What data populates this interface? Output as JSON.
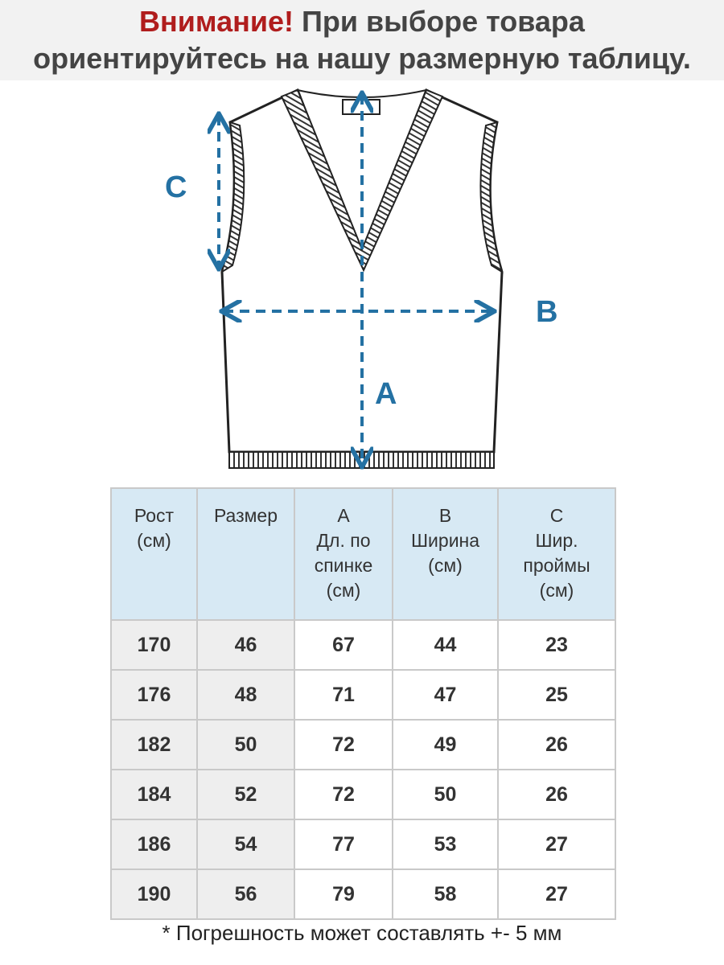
{
  "banner": {
    "warning": "Внимание!",
    "line1_rest": " При выборе товара",
    "line2": "ориентируйтесь на нашу размерную таблицу."
  },
  "diagram": {
    "label_a": "A",
    "label_b": "B",
    "label_c": "C",
    "arrow_color": "#2471a3"
  },
  "table": {
    "headers": [
      [
        "Рост",
        "(см)"
      ],
      [
        "Размер"
      ],
      [
        "A",
        "Дл. по",
        "спинке",
        "(см)"
      ],
      [
        "B",
        "Ширина",
        "(см)"
      ],
      [
        "C",
        "Шир.",
        "проймы",
        "(см)"
      ]
    ],
    "rows": [
      [
        "170",
        "46",
        "67",
        "44",
        "23"
      ],
      [
        "176",
        "48",
        "71",
        "47",
        "25"
      ],
      [
        "182",
        "50",
        "72",
        "49",
        "26"
      ],
      [
        "184",
        "52",
        "72",
        "50",
        "26"
      ],
      [
        "186",
        "54",
        "77",
        "53",
        "27"
      ],
      [
        "190",
        "56",
        "79",
        "58",
        "27"
      ]
    ],
    "header_bg": "#d7e9f4"
  },
  "footnote": "* Погрешность может составлять +- 5 мм"
}
